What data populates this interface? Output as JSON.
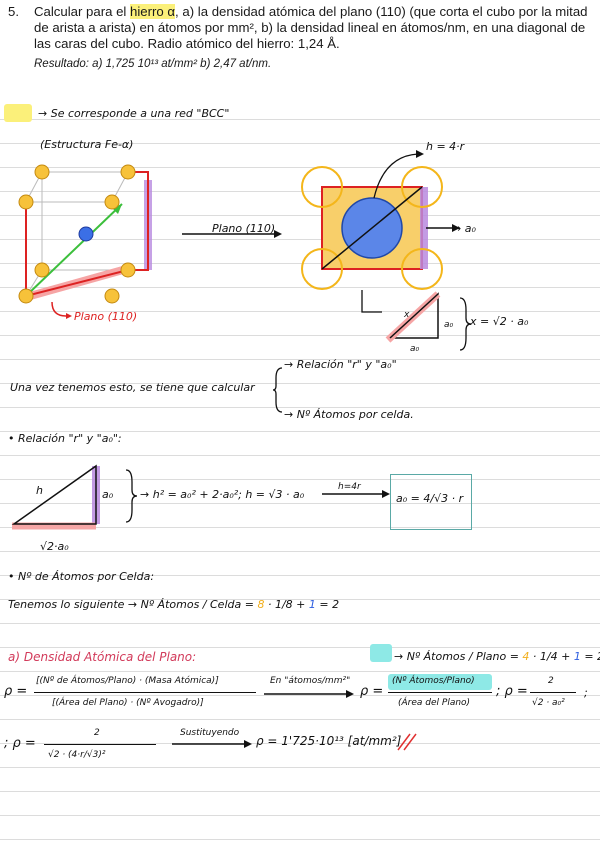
{
  "header": {
    "number": "5.",
    "pre": "Calcular para el ",
    "highlight": "hierro α",
    "post": ", a) la densidad atómica del plano (110) (que corta el cubo por la mitad de arista a arista) en átomos por mm², b) la densidad lineal en átomos/nm, en una diagonal de las caras del cubo. Radio atómico del hierro: 1,24 Å.",
    "result": "Resultado: a) 1,725 10¹³ at/mm² b) 2,47 at/nm."
  },
  "notes": {
    "bcc_line": "→ Se corresponde a una red \"BCC\"",
    "estructura": "(Estructura Fe-α)",
    "plano_110": "Plano (110)",
    "plano_label": "Plano (110)",
    "h_label": "h = 4·r",
    "a0_arrow": "→ a₀",
    "x_label": "x",
    "a0_side": "a₀",
    "a0_bottom": "a₀",
    "x_result": "x = √2 · a₀",
    "una_vez": "Una vez tenemos esto, se tiene que calcular",
    "relacion_branch": "→ Relación \"r\" y \"a₀\"",
    "atomos_branch": "→ Nº Átomos por celda.",
    "relacion_title": "• Relación \"r\" y \"a₀\":",
    "tri_h": "h",
    "tri_a0": "a₀",
    "tri_base": "√2·a₀",
    "eq1": "h² = a₀² + 2·a₀²; h = √3 · a₀",
    "h4r": "h=4r",
    "boxed": "a₀ = 4/√3 · r",
    "atomos_title": "• Nº de Átomos por Celda:",
    "tenemos": "Tenemos lo siguiente → Nº Átomos / Celda =",
    "tenemos_8": "8",
    "tenemos_18": "· 1/8 +",
    "tenemos_1": "1",
    "tenemos_eq": "= 2",
    "a_title": "a) Densidad Atómica del Plano:",
    "plane_atoms": "→ Nº Átomos / Plano =",
    "plane_4": "4",
    "plane_14": "· 1/4 +",
    "plane_1": "1",
    "plane_eq": "= 2",
    "rho_num": "[(Nº de Átomos/Plano) · (Masa Atómica)]",
    "rho_den": "[(Área del Plano) · (Nº Avogadro)]",
    "en_atomos": "En \"átomos/mm²\"",
    "rho2_num": "(Nº Átomos/Plano)",
    "rho2_den": "(Área del Plano)",
    "rho3_num": "2",
    "rho3_den": "√2 · a₀²",
    "rho4_num": "2",
    "rho4_den": "√2 · (4·r/√3)²",
    "sustituyendo": "Sustituyendo",
    "final": "ρ = 1'725·10¹³ [at/mm²]",
    "rho": "ρ ="
  }
}
